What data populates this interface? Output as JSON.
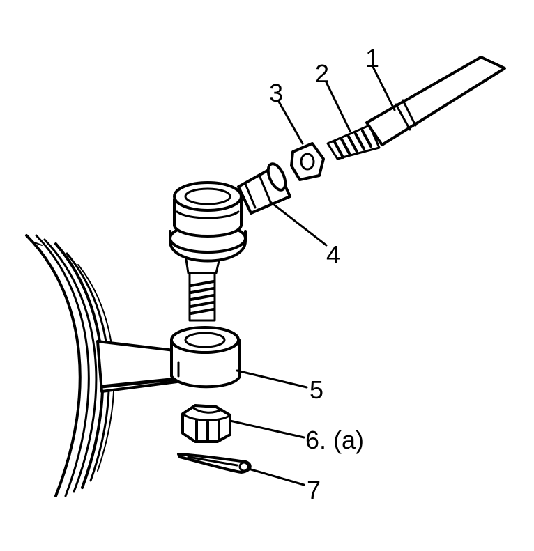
{
  "callouts": [
    {
      "label": "1"
    },
    {
      "label": "2"
    },
    {
      "label": "3"
    },
    {
      "label": "4"
    },
    {
      "label": "5"
    },
    {
      "label": "6. (a)"
    },
    {
      "label": "7"
    }
  ],
  "colors": {
    "ink": "#000000",
    "paper": "#ffffff"
  }
}
